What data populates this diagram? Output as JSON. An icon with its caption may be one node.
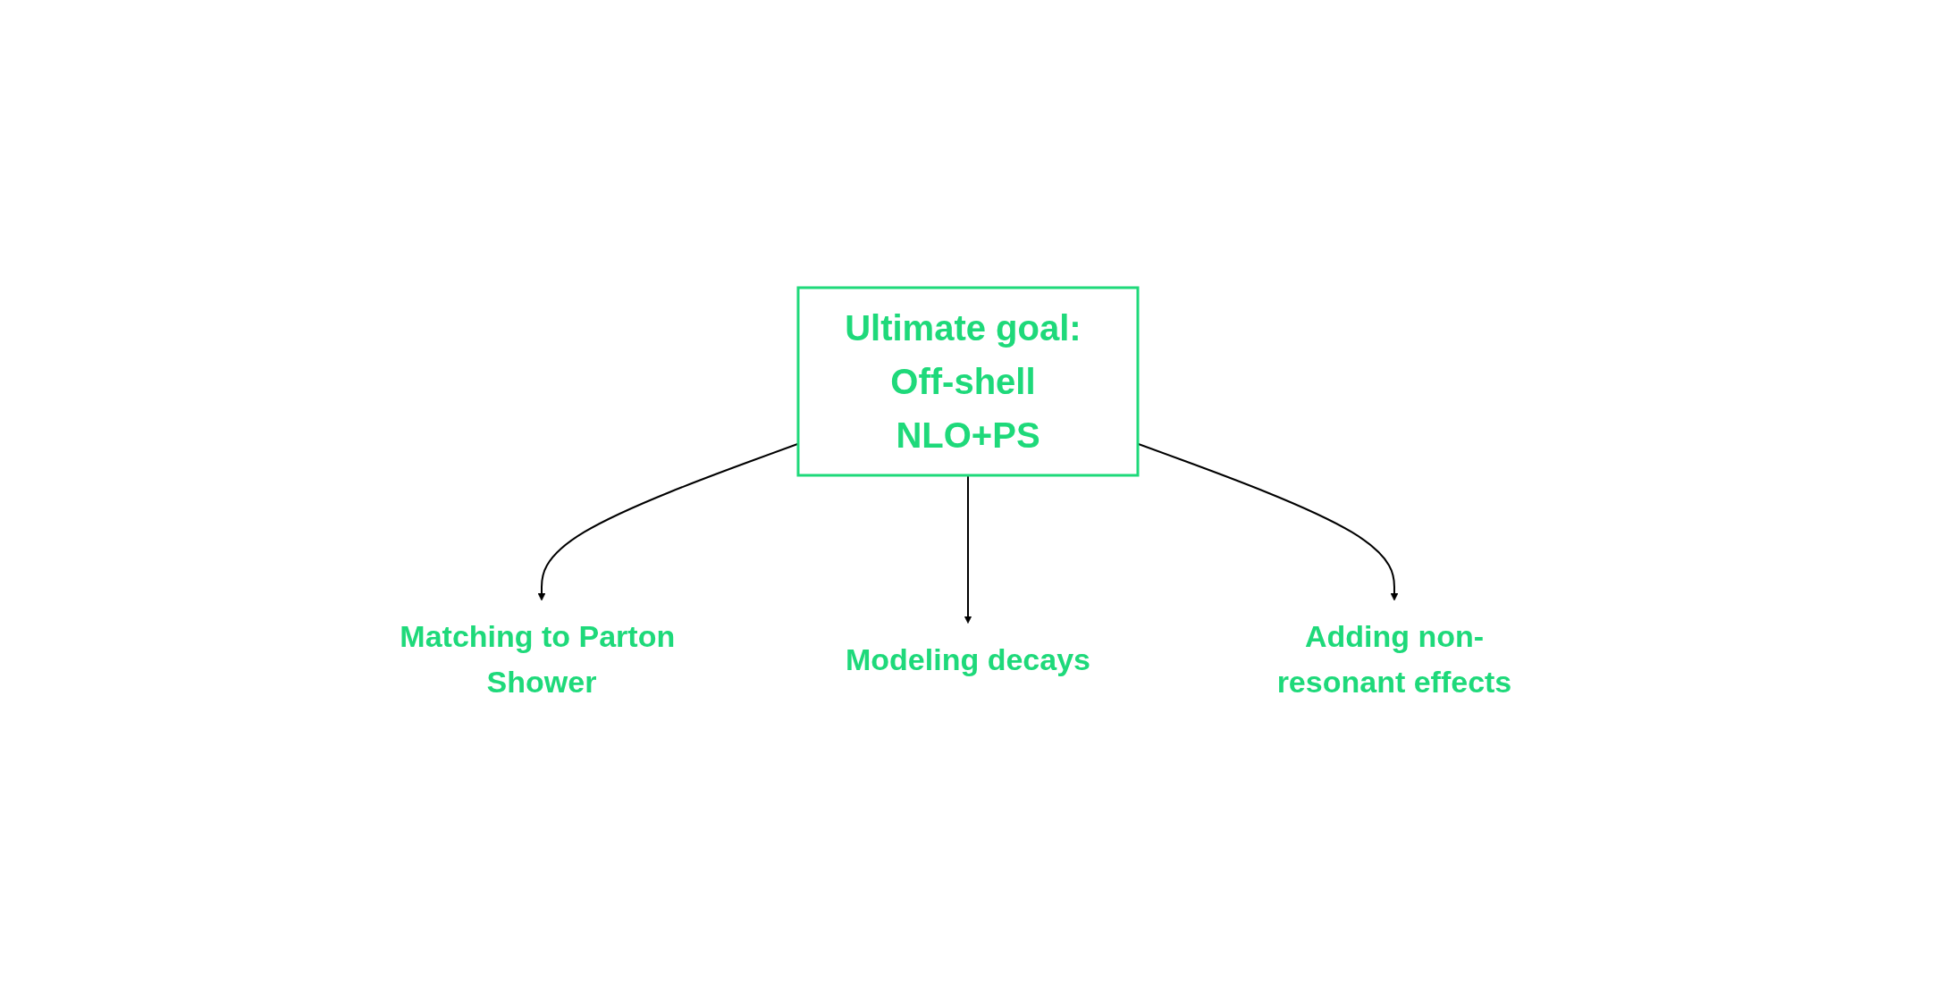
{
  "diagram": {
    "nodes": [
      {
        "text": [
          "Matching to Parton Shower"
        ]
      },
      {
        "text": [
          "Ultimate goal: Off-shell NLO+PS"
        ]
      },
      {
        "text": [
          "Modeling decays"
        ]
      },
      {
        "text": [
          "Adding non-resonant effects"
        ]
      }
    ],
    "edges": [
      {
        "from": 1,
        "to": 0,
        "arrow": "to"
      },
      {
        "from": 1,
        "to": 2,
        "arrow": "to"
      },
      {
        "from": 1,
        "to": 3,
        "arrow": "to"
      }
    ]
  }
}
